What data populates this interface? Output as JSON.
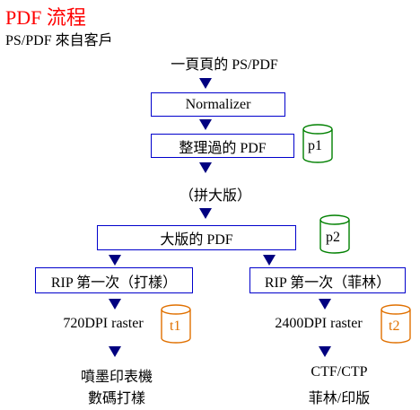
{
  "header": {
    "title": "PDF 流程",
    "subtitle": "PS/PDF 來自客戶"
  },
  "flow": {
    "input_label": "一頁頁的 PS/PDF",
    "normalizer_label": "Normalizer",
    "organized_label": "整理過的 PDF",
    "impose_label": "（拼大版）",
    "big_label": "大版的 PDF",
    "rip_left_label": "RIP 第一次（打樣）",
    "rip_right_label": "RIP 第一次（菲林）",
    "raster_left_label": "720DPI raster",
    "raster_right_label": "2400DPI raster",
    "output_left_line1": "噴墨印表機",
    "output_left_line2": "數碼打樣",
    "output_right_line1": "CTF/CTP",
    "output_right_line2": "菲林/印版"
  },
  "storage": {
    "p1": "p1",
    "p2": "p2",
    "t1": "t1",
    "t2": "t2"
  },
  "colors": {
    "title": "#ff0000",
    "box_border": "#0000cc",
    "arrow": "#000080",
    "cylinder_green": "#008000",
    "cylinder_orange": "#e07000"
  }
}
